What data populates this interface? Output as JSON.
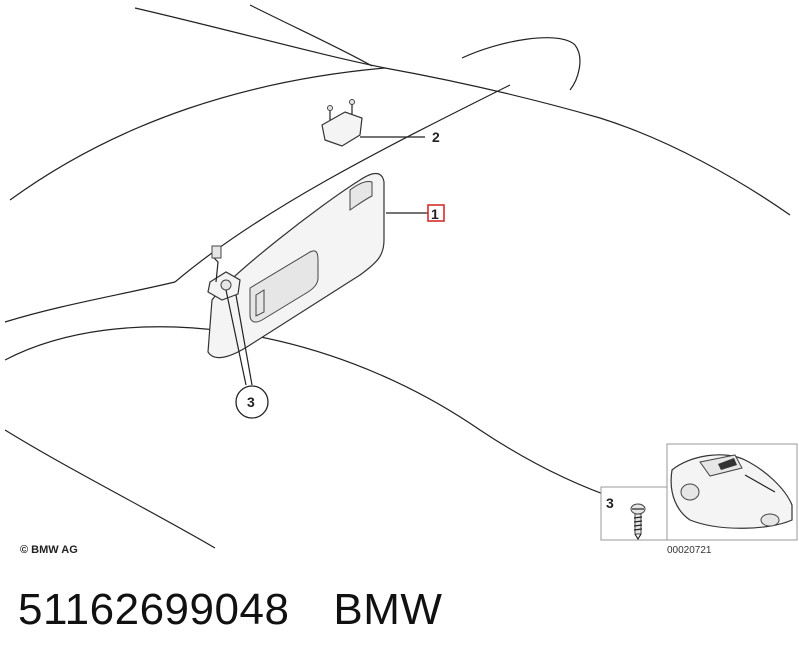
{
  "callouts": {
    "part_1": "1",
    "part_2": "2",
    "part_3": "3"
  },
  "copyright": "© BMW AG",
  "inset": {
    "part_label": "3",
    "diagram_id": "00020721"
  },
  "footer": {
    "part_number": "51162699048",
    "brand": "BMW"
  },
  "colors": {
    "highlight": "#d32f2f",
    "line": "#222222"
  }
}
